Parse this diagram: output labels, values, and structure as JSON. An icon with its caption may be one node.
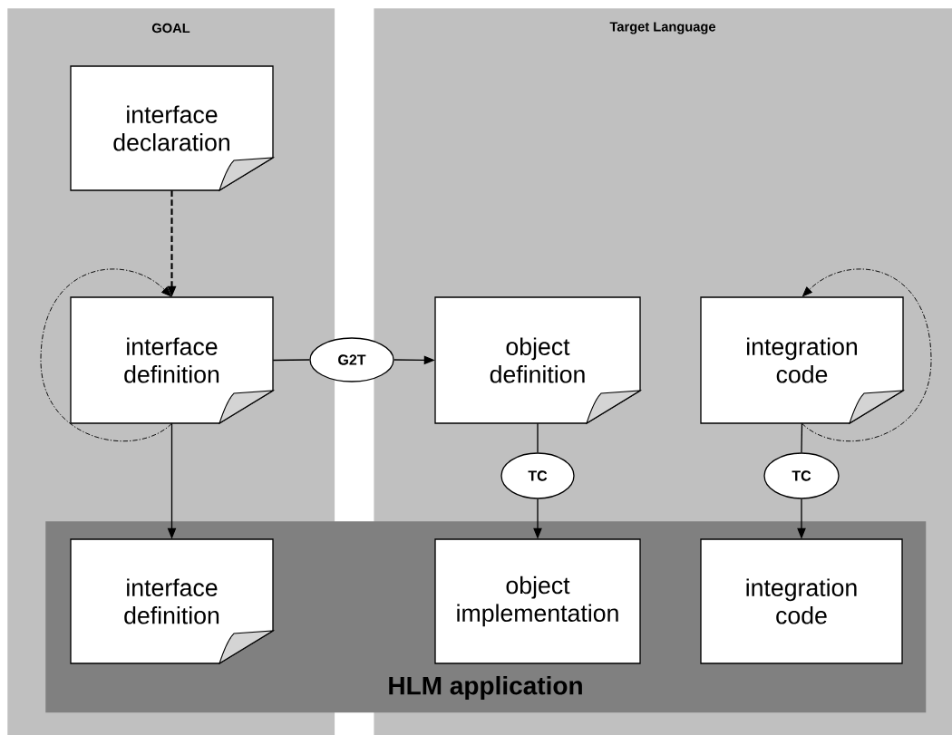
{
  "diagram": {
    "nodes": [
      {
        "text": [
          "GOAL"
        ]
      },
      {
        "text": [
          "Target Language"
        ]
      },
      {
        "text": [
          "HLM application"
        ]
      },
      {
        "text": [
          "interface declaration"
        ],
        "in": 0
      },
      {
        "text": [
          "interface definition"
        ],
        "in": 0
      },
      {
        "text": [
          "G2T"
        ]
      },
      {
        "text": [
          "object definition"
        ],
        "in": 1
      },
      {
        "text": [
          "integration code"
        ],
        "in": 1
      },
      {
        "text": [
          "TC"
        ],
        "in": 1
      },
      {
        "text": [
          "TC"
        ],
        "in": 1
      },
      {
        "text": [
          "interface definition"
        ]
      },
      {
        "text": [
          "object implementation"
        ]
      },
      {
        "text": [
          "integration code"
        ]
      }
    ],
    "edges": [
      {
        "from": 3,
        "to": 4,
        "arrow": "to",
        "style": "dashed"
      },
      {
        "from": 4,
        "to": 4,
        "arrow": "to",
        "style": "dashed"
      },
      {
        "from": 4,
        "to": 5,
        "arrow": "none"
      },
      {
        "from": 5,
        "to": 6,
        "arrow": "to"
      },
      {
        "from": 4,
        "to": 10,
        "arrow": "to"
      },
      {
        "from": 6,
        "to": 8,
        "arrow": "none"
      },
      {
        "from": 8,
        "to": 11,
        "arrow": "to"
      },
      {
        "from": 7,
        "to": 7,
        "arrow": "to",
        "style": "dashed"
      },
      {
        "from": 7,
        "to": 9,
        "arrow": "none"
      },
      {
        "from": 9,
        "to": 12,
        "arrow": "to"
      }
    ]
  }
}
